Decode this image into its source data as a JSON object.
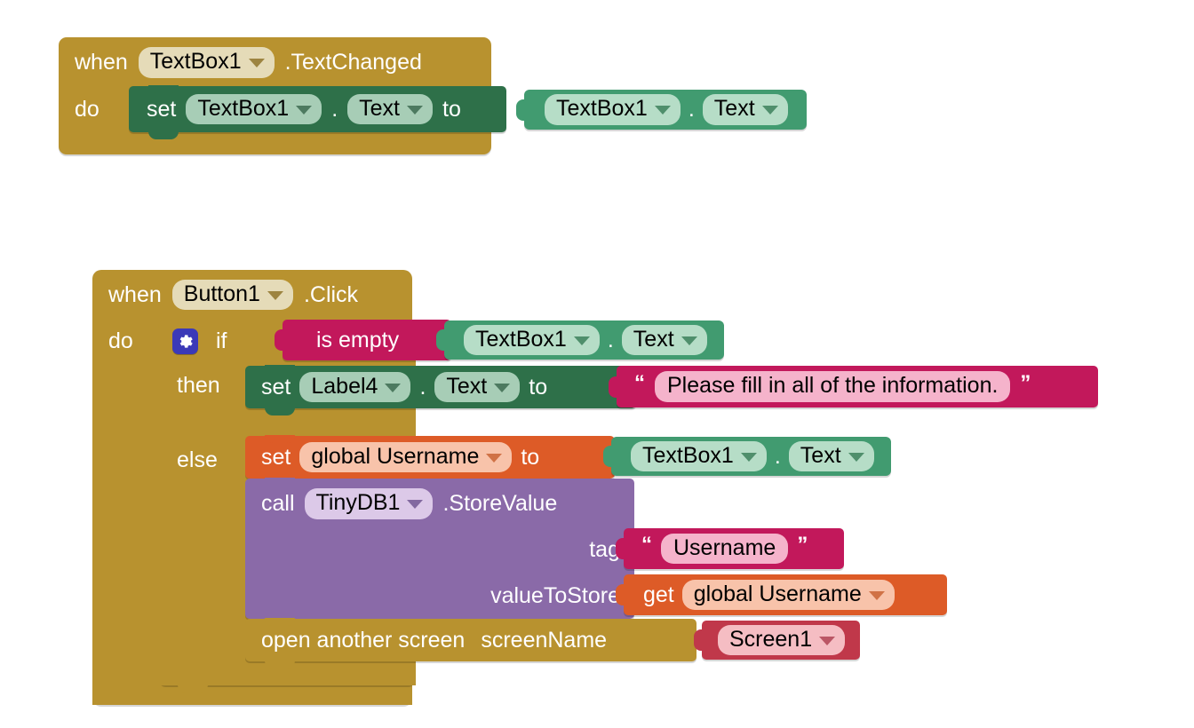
{
  "workspace": {
    "name": "MIT App Inventor Blocks Editor Canvas",
    "background": "#ffffff"
  },
  "palette": {
    "event_gold": "#B8922F",
    "setter_green": "#2E7049",
    "getter_green": "#419B70",
    "text_crimson": "#C2185B",
    "variable_orange": "#DD5B27",
    "component_purple": "#8A6AA8",
    "control_red": "#C0384A",
    "mutator_blue": "#3B39B8"
  },
  "blocks": {
    "event_textchanged": {
      "when": "when",
      "component": "TextBox1",
      "event": ".TextChanged",
      "do": "do",
      "setter": {
        "set": "set",
        "component": "TextBox1",
        "property": "Text",
        "to": "to"
      },
      "getter": {
        "component": "TextBox1",
        "property": "Text",
        "dot": "."
      }
    },
    "event_click": {
      "when": "when",
      "component": "Button1",
      "event": ".Click",
      "do": "do",
      "control": {
        "if": "if",
        "then": "then",
        "else": "else",
        "gear_icon": "gear-icon"
      },
      "condition": {
        "operator": "is empty",
        "getter": {
          "component": "TextBox1",
          "property": "Text",
          "dot": "."
        }
      },
      "then_branch": {
        "set": "set",
        "component": "Label4",
        "property": "Text",
        "dot": ".",
        "to": "to",
        "string_value": "Please fill in all of the information.",
        "open_quote": "“",
        "close_quote": "”"
      },
      "else_branch": {
        "set_variable": {
          "set": "set",
          "variable": "global Username",
          "to": "to",
          "getter": {
            "component": "TextBox1",
            "property": "Text",
            "dot": "."
          }
        },
        "call_tinydb": {
          "call": "call",
          "component": "TinyDB1",
          "method": ".StoreValue",
          "arg_tag_label": "tag",
          "arg_tag_value": "Username",
          "open_quote": "“",
          "close_quote": "”",
          "arg_value_label": "valueToStore",
          "get": "get",
          "arg_value_variable": "global Username"
        },
        "open_screen": {
          "action": "open another screen",
          "param_label": "screenName",
          "screen_value": "Screen1"
        }
      }
    }
  }
}
